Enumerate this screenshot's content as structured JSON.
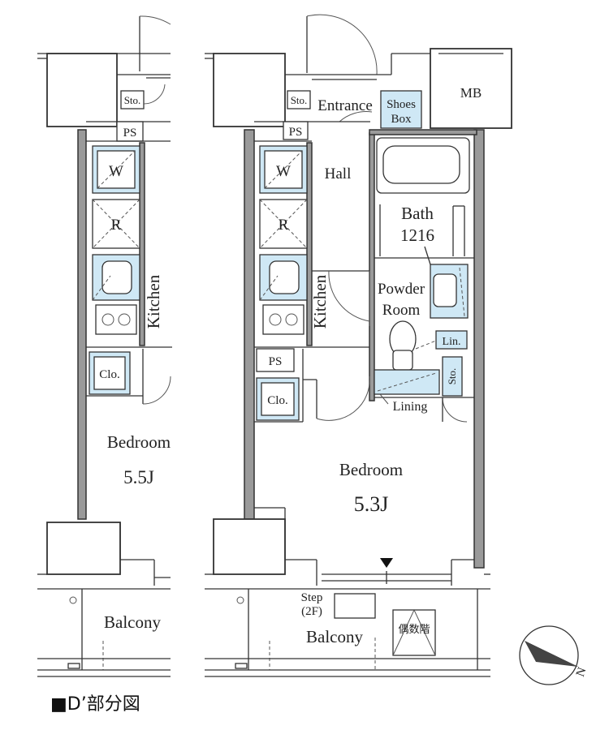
{
  "caption": "■D’部分図",
  "left_unit": {
    "sto": "Sto.",
    "ps": "PS",
    "w": "W",
    "r": "R",
    "kitchen": "Kitchen",
    "clo": "Clo.",
    "bedroom": "Bedroom",
    "bedroom_size": "5.5J",
    "balcony": "Balcony"
  },
  "right_unit": {
    "sto_top": "Sto.",
    "entrance": "Entrance",
    "shoes_box_line1": "Shoes",
    "shoes_box_line2": "Box",
    "mb": "MB",
    "ps_top": "PS",
    "hall": "Hall",
    "w": "W",
    "r": "R",
    "bath": "Bath",
    "bath_size": "1216",
    "kitchen": "Kitchen",
    "powder_line1": "Powder",
    "powder_line2": "Room",
    "lin": "Lin.",
    "ps_mid": "PS",
    "sto_side": "Sto.",
    "clo": "Clo.",
    "lining": "Lining",
    "bedroom": "Bedroom",
    "bedroom_size": "5.3J",
    "step_line1": "Step",
    "step_line2": "(2F)",
    "balcony": "Balcony",
    "stairs_label": "偶数階"
  },
  "compass": {
    "direction_label": "N"
  },
  "colors": {
    "fixture_fill": "#cfe8f5",
    "wall_fill": "#9a9a9a"
  }
}
